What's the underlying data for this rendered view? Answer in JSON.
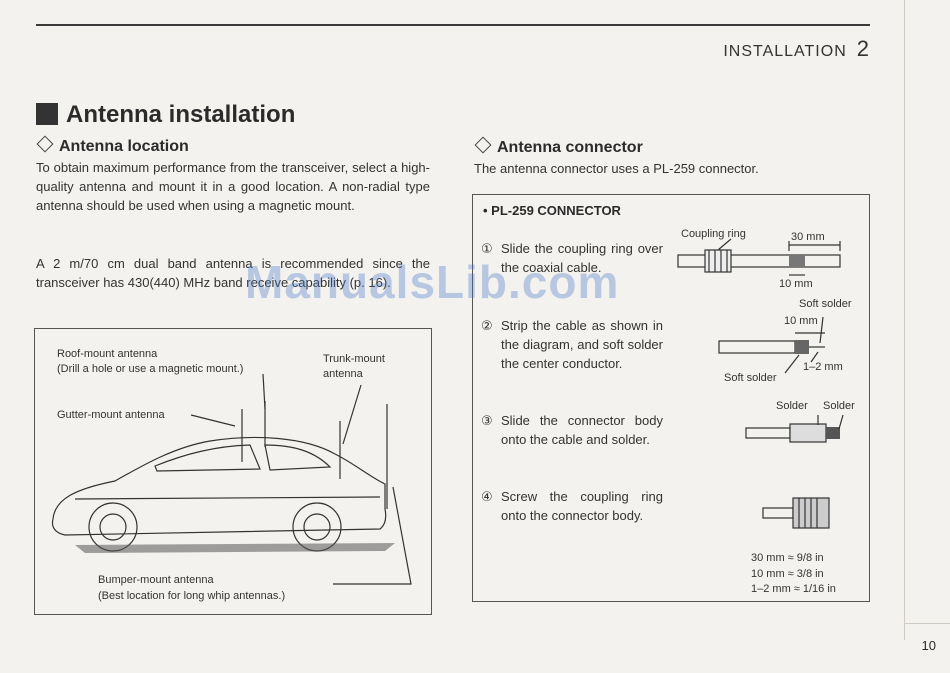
{
  "header": {
    "section": "INSTALLATION",
    "chapter_number": "2"
  },
  "title": "Antenna installation",
  "location": {
    "heading": "Antenna location",
    "para1": "To obtain maximum performance from the transceiver, select a high-quality antenna and mount it in a good location. A non-radial type antenna should be used when using a magnetic mount.",
    "para2": "A 2 m/70 cm dual band antenna is recommended since the transceiver has 430(440) MHz band receive capability (p. 16)."
  },
  "car_figure": {
    "roof_label": "Roof-mount antenna",
    "roof_note": "(Drill a hole or use a magnetic mount.)",
    "trunk_label_1": "Trunk-mount",
    "trunk_label_2": "antenna",
    "gutter_label": "Gutter-mount antenna",
    "bumper_label": "Bumper-mount antenna",
    "bumper_note": "(Best location for long whip antennas.)"
  },
  "connector": {
    "heading": "Antenna connector",
    "para": "The antenna connector uses a PL-259 connector.",
    "box_title": "• PL-259 CONNECTOR",
    "steps": [
      {
        "num": "①",
        "text": "Slide the coupling ring over the coaxial cable."
      },
      {
        "num": "②",
        "text": "Strip the cable as shown in the diagram, and soft solder the center conductor."
      },
      {
        "num": "③",
        "text": "Slide the connector body onto the cable and solder."
      },
      {
        "num": "④",
        "text": "Screw the coupling ring onto the connector body."
      }
    ],
    "labels": {
      "coupling_ring": "Coupling ring",
      "dim_30": "30 mm",
      "dim_10a": "10 mm",
      "soft_solder_top": "Soft solder",
      "dim_10b": "10 mm",
      "dim_1_2": "1–2 mm",
      "soft_solder_bottom": "Soft solder",
      "solder_1": "Solder",
      "solder_2": "Solder"
    },
    "conversions": [
      "30 mm ≈ 9/8 in",
      "10 mm ≈ 3/8 in",
      "1–2 mm ≈ 1/16 in"
    ]
  },
  "watermark": "ManualsLib.com",
  "page_number": "10"
}
